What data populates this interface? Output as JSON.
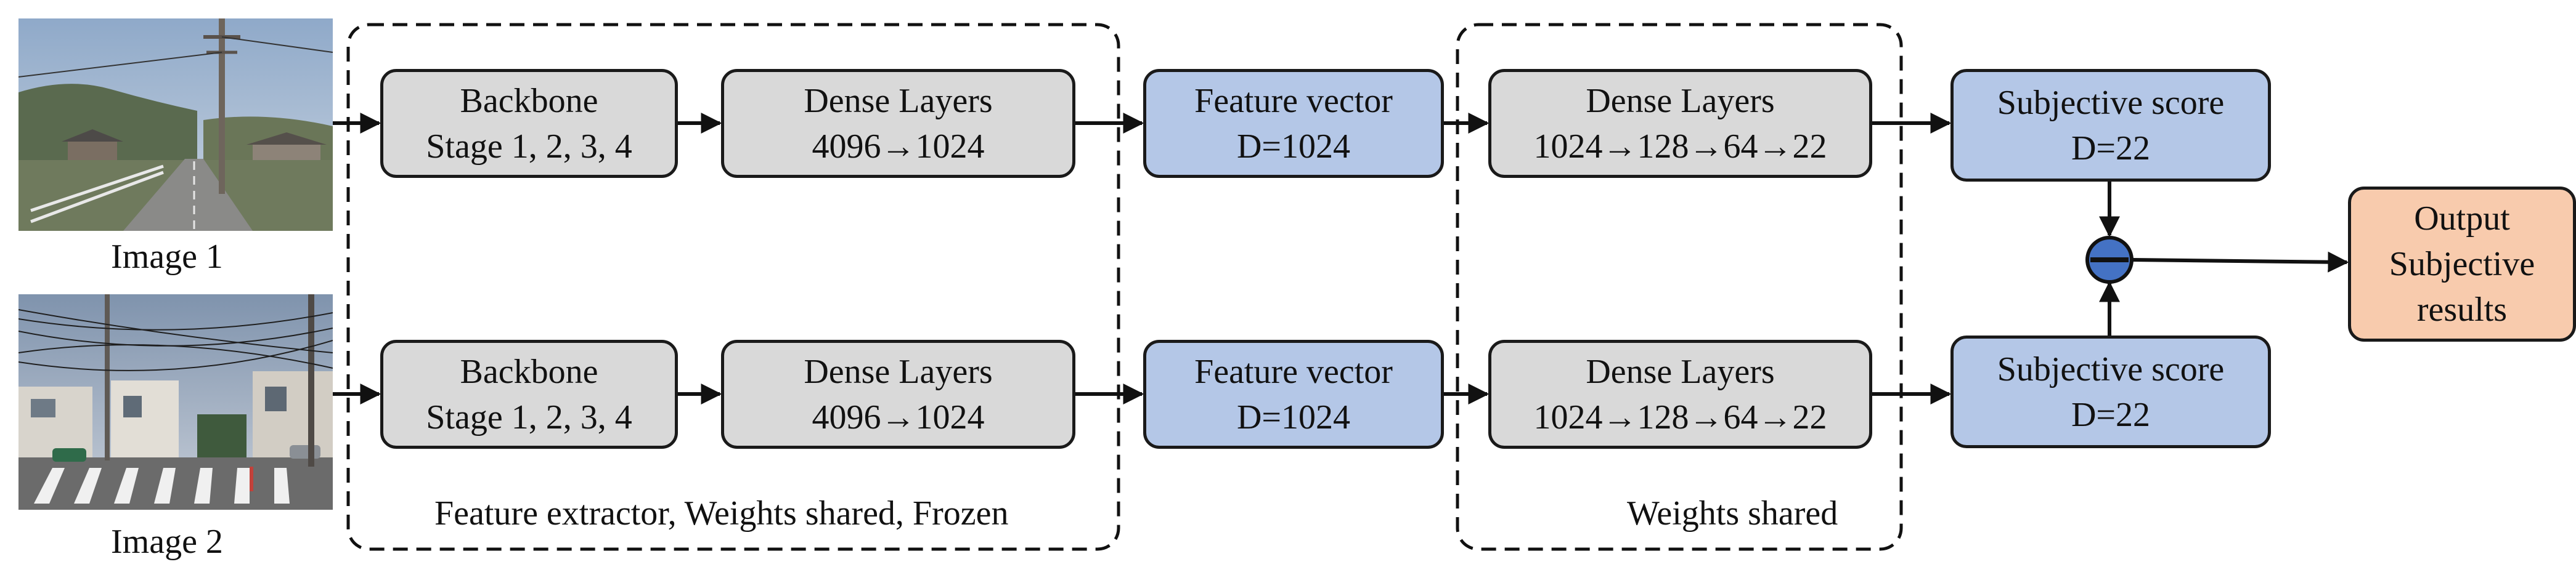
{
  "image1": {
    "label": "Image 1"
  },
  "image2": {
    "label": "Image 2"
  },
  "groups": {
    "extractor_label": "Feature extractor, Weights shared, Frozen",
    "shared_label": "Weights shared"
  },
  "rows": [
    {
      "backbone": {
        "line1": "Backbone",
        "line2": "Stage 1, 2, 3, 4"
      },
      "dense1": {
        "line1": "Dense Layers",
        "line2": "4096→1024"
      },
      "feature": {
        "line1": "Feature vector",
        "line2": "D=1024"
      },
      "dense2": {
        "line1": "Dense Layers",
        "line2": "1024→128→64→22"
      },
      "score": {
        "line1": "Subjective score",
        "line2": "D=22"
      }
    },
    {
      "backbone": {
        "line1": "Backbone",
        "line2": "Stage 1, 2, 3, 4"
      },
      "dense1": {
        "line1": "Dense Layers",
        "line2": "4096→1024"
      },
      "feature": {
        "line1": "Feature vector",
        "line2": "D=1024"
      },
      "dense2": {
        "line1": "Dense Layers",
        "line2": "1024→128→64→22"
      },
      "score": {
        "line1": "Subjective score",
        "line2": "D=22"
      }
    }
  ],
  "output": {
    "line1": "Output",
    "line2": "Subjective",
    "line3": "results"
  },
  "colors": {
    "gray_box": "#d9d9d9",
    "blue_box": "#b4c7e7",
    "output_box": "#f8cbad",
    "subtract_node": "#4472c4"
  }
}
